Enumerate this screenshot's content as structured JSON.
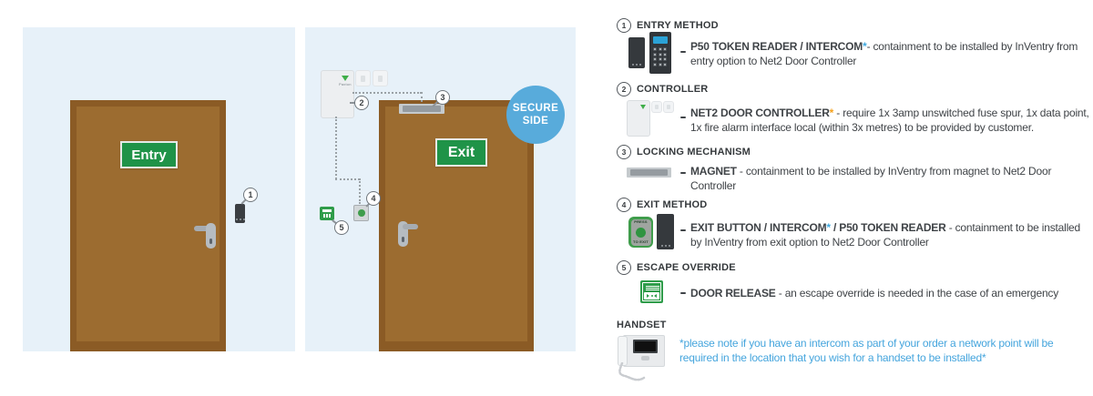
{
  "diagram": {
    "entry_panel": {
      "sign": "Entry",
      "balloon_entry_reader": "1"
    },
    "exit_panel": {
      "sign": "Exit",
      "secure_line1": "SECURE",
      "secure_line2": "SIDE",
      "paxton_label": "Paxton",
      "balloon_controller": "2",
      "balloon_magnet": "3",
      "balloon_exit_button": "4",
      "balloon_door_release": "5"
    }
  },
  "legend": {
    "dash": "-",
    "items": [
      {
        "num": "1",
        "title": "ENTRY METHOD",
        "name": "P50 TOKEN READER / INTERCOM",
        "star": "*",
        "name2": "",
        "desc": "- containment to be installed by InVentry from entry option to Net2 Door Controller"
      },
      {
        "num": "2",
        "title": "CONTROLLER",
        "name": "NET2 DOOR CONTROLLER",
        "star": "*",
        "name2": "",
        "desc": " - require 1x 3amp unswitched fuse spur, 1x data point, 1x fire alarm interface local (within 3x metres) to be provided by customer."
      },
      {
        "num": "3",
        "title": "LOCKING MECHANISM",
        "name": "MAGNET",
        "star": "",
        "name2": "",
        "desc": " - containment to be installed by InVentry from magnet to Net2 Door Controller"
      },
      {
        "num": "4",
        "title": "EXIT METHOD",
        "name": "EXIT BUTTON /  INTERCOM",
        "star": "*",
        "name2": " / P50 TOKEN READER",
        "desc": " - containment to be installed by InVentry from exit option to Net2 Door Controller"
      },
      {
        "num": "5",
        "title": "ESCAPE OVERRIDE",
        "name": "DOOR RELEASE",
        "star": "",
        "name2": "",
        "desc": "  - an escape override is needed in the case of an emergency"
      }
    ],
    "handset": {
      "title": "HANDSET",
      "note": "*please note if you have an intercom as part of your order a network point will be required in the location that you wish for a handset to be installed*"
    },
    "exit_button_icon": {
      "press": "PRESS",
      "to_exit": "TO EXIT"
    }
  },
  "colors": {
    "panel_bg": "#e7f1f9",
    "door_frame": "#8b5b25",
    "door_face": "#9c6c30",
    "sign_green": "#1f9348",
    "secure_blue": "#58abdb",
    "note_blue": "#45a5dd",
    "asterisk_blue": "#3fa9e0",
    "asterisk_orange": "#f6a21d",
    "device_dark": "#35393d",
    "release_green": "#2e9c49"
  }
}
